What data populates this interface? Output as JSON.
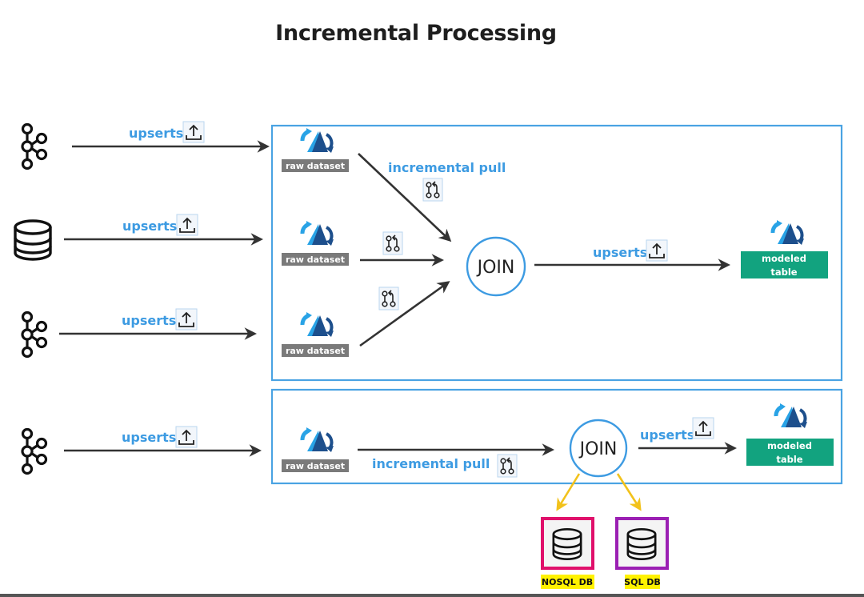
{
  "title": "Incremental Processing",
  "colors": {
    "accent_blue": "#3d9be2",
    "dataset_gray": "#7a7a7a",
    "modeled_green": "#12a37f",
    "arrow_dark": "#333333",
    "yellow_arrow": "#f2c21b",
    "nosql_border": "#e0106b",
    "sql_border": "#9b1fb3",
    "db_label_bg": "#fff200"
  },
  "pipeline1": {
    "sources": [
      {
        "icon": "kafka-icon",
        "edge_label": "upserts",
        "edge_icon": "upload-icon"
      },
      {
        "icon": "database-icon",
        "edge_label": "upserts",
        "edge_icon": "upload-icon"
      },
      {
        "icon": "kafka-icon",
        "edge_label": "upserts",
        "edge_icon": "upload-icon"
      }
    ],
    "datasets": [
      "raw dataset",
      "raw dataset",
      "raw dataset"
    ],
    "pull_label": "incremental pull",
    "pull_icon": "pull-request-icon",
    "join_label": "JOIN",
    "output_edge_label": "upserts",
    "output_label_line1": "modeled",
    "output_label_line2": "table"
  },
  "pipeline2": {
    "source": {
      "icon": "kafka-icon",
      "edge_label": "upserts",
      "edge_icon": "upload-icon"
    },
    "dataset": "raw dataset",
    "pull_label": "incremental pull",
    "pull_icon": "pull-request-icon",
    "join_label": "JOIN",
    "output_edge_label": "upserts",
    "output_label_line1": "modeled",
    "output_label_line2": "table",
    "lookups": [
      {
        "label": "NOSQL DB",
        "icon": "database-icon"
      },
      {
        "label": "SQL DB",
        "icon": "database-icon"
      }
    ]
  }
}
